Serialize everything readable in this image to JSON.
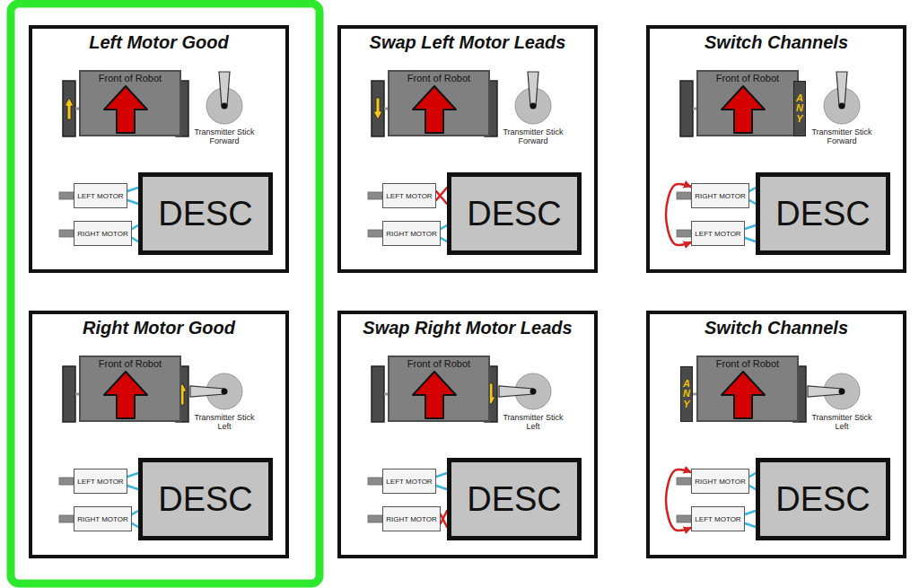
{
  "diagram": {
    "nodes": [
      {
        "text": [
          "Left Motor Good"
        ]
      },
      {
        "text": [
          "Front of Robot"
        ],
        "in": 0
      },
      {
        "text": [
          "LEFT MOTOR"
        ],
        "in": 0
      },
      {
        "text": [
          "RIGHT MOTOR"
        ],
        "in": 0
      },
      {
        "text": [
          "DESC"
        ],
        "in": 0
      },
      {
        "text": [
          "Swap Left Motor Leads"
        ]
      },
      {
        "text": [
          "Front of Robot"
        ],
        "in": 5
      },
      {
        "text": [
          "LEFT MOTOR"
        ],
        "in": 5
      },
      {
        "text": [
          "RIGHT MOTOR"
        ],
        "in": 5
      },
      {
        "text": [
          "DESC"
        ],
        "in": 5
      },
      {
        "text": [
          "Switch Channels"
        ]
      },
      {
        "text": [
          "Front of Robot"
        ],
        "in": 10
      },
      {
        "text": [
          "ANY"
        ],
        "in": 10
      },
      {
        "text": [
          "RIGHT MOTOR"
        ],
        "in": 10
      },
      {
        "text": [
          "LEFT MOTOR"
        ],
        "in": 10
      },
      {
        "text": [
          "DESC"
        ],
        "in": 10
      },
      {
        "text": [
          "Right Motor Good"
        ]
      },
      {
        "text": [
          "Front of Robot"
        ],
        "in": 16
      },
      {
        "text": [
          "LEFT MOTOR"
        ],
        "in": 16
      },
      {
        "text": [
          "RIGHT MOTOR"
        ],
        "in": 16
      },
      {
        "text": [
          "DESC"
        ],
        "in": 16
      },
      {
        "text": [
          "Swap Right Motor Leads"
        ]
      },
      {
        "text": [
          "Front of Robot"
        ],
        "in": 21
      },
      {
        "text": [
          "LEFT MOTOR"
        ],
        "in": 21
      },
      {
        "text": [
          "RIGHT MOTOR"
        ],
        "in": 21
      },
      {
        "text": [
          "DESC"
        ],
        "in": 21
      },
      {
        "text": [
          "Switch Channels"
        ]
      },
      {
        "text": [
          "ANY"
        ],
        "in": 26
      },
      {
        "text": [
          "Front of Robot"
        ],
        "in": 26
      },
      {
        "text": [
          "RIGHT MOTOR"
        ],
        "in": 26
      },
      {
        "text": [
          "LEFT MOTOR"
        ],
        "in": 26
      },
      {
        "text": [
          "DESC"
        ],
        "in": 26
      }
    ],
    "edges": [
      {
        "from": 2,
        "to": 4,
        "arrow": "none"
      },
      {
        "from": 2,
        "to": 4,
        "arrow": "none"
      },
      {
        "from": 3,
        "to": 4,
        "arrow": "none"
      },
      {
        "from": 3,
        "to": 4,
        "arrow": "none"
      },
      {
        "from": 7,
        "to": 9,
        "arrow": "none"
      },
      {
        "from": 7,
        "to": 9,
        "arrow": "none"
      },
      {
        "from": 8,
        "to": 9,
        "arrow": "none"
      },
      {
        "from": 8,
        "to": 9,
        "arrow": "none"
      },
      {
        "from": 13,
        "to": 15,
        "arrow": "none"
      },
      {
        "from": 13,
        "to": 15,
        "arrow": "none"
      },
      {
        "from": 14,
        "to": 15,
        "arrow": "none"
      },
      {
        "from": 14,
        "to": 15,
        "arrow": "none"
      },
      {
        "from": 13,
        "to": 14,
        "arrow": "both"
      },
      {
        "from": 18,
        "to": 20,
        "arrow": "none"
      },
      {
        "from": 18,
        "to": 20,
        "arrow": "none"
      },
      {
        "from": 19,
        "to": 20,
        "arrow": "none"
      },
      {
        "from": 19,
        "to": 20,
        "arrow": "none"
      },
      {
        "from": 23,
        "to": 25,
        "arrow": "none"
      },
      {
        "from": 23,
        "to": 25,
        "arrow": "none"
      },
      {
        "from": 24,
        "to": 25,
        "arrow": "none"
      },
      {
        "from": 24,
        "to": 25,
        "arrow": "none"
      },
      {
        "from": 29,
        "to": 31,
        "arrow": "none"
      },
      {
        "from": 29,
        "to": 31,
        "arrow": "none"
      },
      {
        "from": 30,
        "to": 31,
        "arrow": "none"
      },
      {
        "from": 30,
        "to": 31,
        "arrow": "none"
      },
      {
        "from": 29,
        "to": 30,
        "arrow": "both"
      }
    ],
    "labels": [
      "Transmitter Stick Forward",
      "Transmitter Stick Forward",
      "Transmitter Stick Forward",
      "Transmitter Stick Left",
      "Transmitter Stick Left",
      "Transmitter Stick Left"
    ]
  }
}
